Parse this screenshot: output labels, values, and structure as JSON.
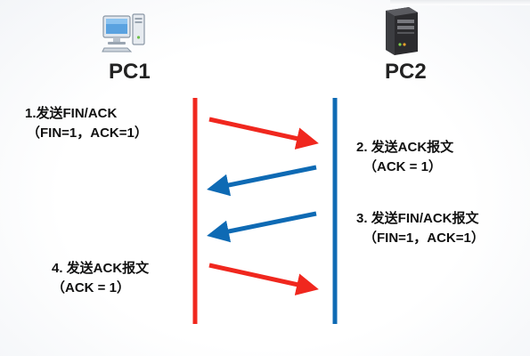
{
  "nodes": {
    "left_label": "PC1",
    "right_label": "PC2"
  },
  "steps": [
    {
      "label": "1.发送FIN/ACK",
      "params": "（FIN=1，ACK=1）"
    },
    {
      "label": "2. 发送ACK报文",
      "params": "（ACK = 1）"
    },
    {
      "label": "3. 发送FIN/ACK报文",
      "params": "（FIN=1，ACK=1）"
    },
    {
      "label": "4. 发送ACK报文",
      "params": "（ACK = 1）"
    }
  ],
  "colors": {
    "pc1_line": "#f0271e",
    "pc2_line": "#0e6ab4",
    "arrow_red": "#f0271e",
    "arrow_blue": "#0e6ab4"
  },
  "icons": {
    "left_node": "desktop-computer-icon",
    "right_node": "server-tower-icon"
  }
}
